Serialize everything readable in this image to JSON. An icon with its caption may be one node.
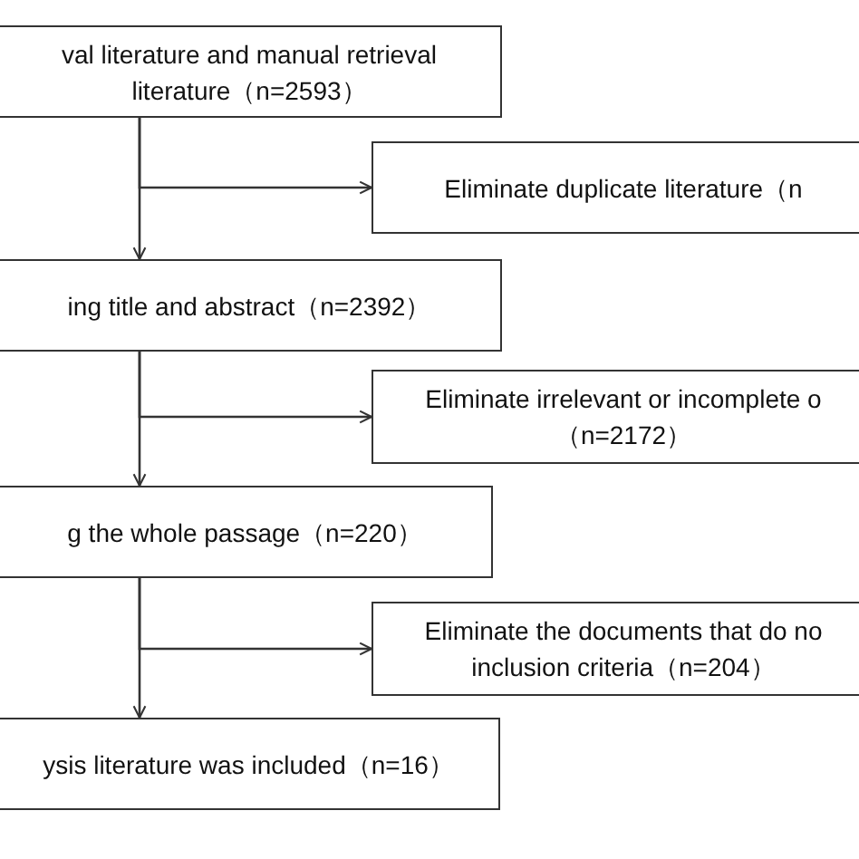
{
  "diagram": {
    "nodes": [
      {
        "text": [
          "val literature and manual retrieval literature（n=2593）"
        ]
      },
      {
        "text": [
          "Eliminate duplicate literature（n"
        ]
      },
      {
        "text": [
          "ing title and abstract（n=2392）"
        ]
      },
      {
        "text": [
          "Eliminate irrelevant or incomplete o （n=2172）"
        ]
      },
      {
        "text": [
          "g the whole passage（n=220）"
        ]
      },
      {
        "text": [
          "Eliminate the documents that do no inclusion criteria（n=204）"
        ]
      },
      {
        "text": [
          "ysis literature was included（n=16）"
        ]
      }
    ],
    "edges": [
      {
        "from": 0,
        "to": 2,
        "arrow": "to"
      },
      {
        "from": 0,
        "to": 1,
        "arrow": "to"
      },
      {
        "from": 2,
        "to": 4,
        "arrow": "to"
      },
      {
        "from": 2,
        "to": 3,
        "arrow": "to"
      },
      {
        "from": 4,
        "to": 6,
        "arrow": "to"
      },
      {
        "from": 4,
        "to": 5,
        "arrow": "to"
      }
    ]
  }
}
